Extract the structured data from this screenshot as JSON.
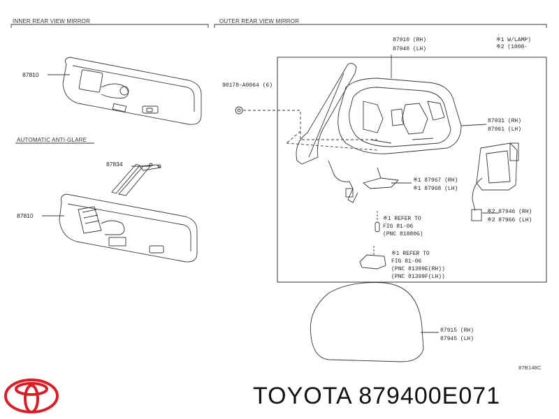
{
  "sections": {
    "inner": "INNER REAR VIEW MIRROR",
    "outer": "OUTER REAR VIEW MIRROR",
    "auto": "AUTOMATIC ANTI-GLARE"
  },
  "parts": {
    "p87810a": "87810",
    "p87834": "87834",
    "p87810b": "87810",
    "p90178": "90178-A0064 (6)",
    "p87910": "87910 (RH)",
    "p87940": "87940 (LH)",
    "p87931": "87931 (RH)",
    "p87961": "87961 (LH)",
    "p87967": "※1 87967 (RH)",
    "p87968": "※1 87968 (LH)",
    "p87946": "※2 87946 (RH)",
    "p87966": "※2 87966 (LH)",
    "p87915": "87915 (RH)",
    "p87945": "87945 (LH)"
  },
  "notes": {
    "n1": "※1 W/LAMP)",
    "n2": "※2 (1008-"
  },
  "refs": {
    "r1a": "※1 REFER TO",
    "r1b": "FIG 81-06",
    "r1c": "(PNC 81880G)",
    "r2a": "※1 REFER TO",
    "r2b": "FIG 81-06",
    "r2c": "(PNC 81399E(RH))",
    "r2d": "(PNC 81399F(LH))"
  },
  "figure_code": "87B148C",
  "brand_caption": "TOYOTA 879400E071",
  "colors": {
    "logo_red": "#d61f26",
    "line": "#333333"
  }
}
